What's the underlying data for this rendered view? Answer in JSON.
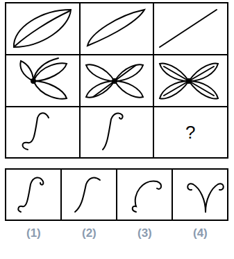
{
  "diagram": {
    "labels": [
      "?",
      "(1)",
      "(2)",
      "(3)",
      "(4)"
    ]
  }
}
